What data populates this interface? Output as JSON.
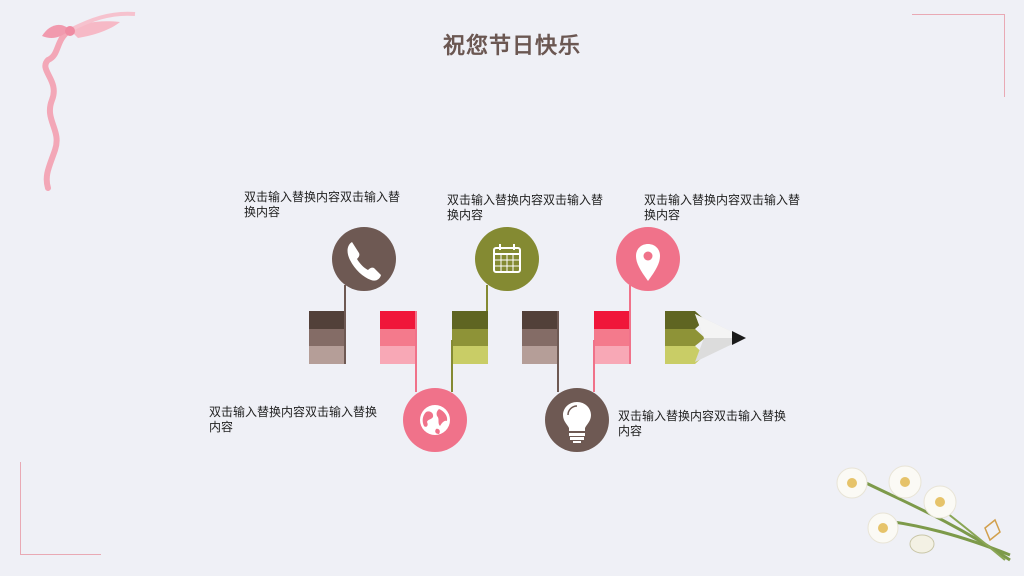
{
  "title": "祝您节日快乐",
  "captions": [
    "双击输入替换内容双击输入替换内容",
    "双击输入替换内容双击输入替换内容",
    "双击输入替换内容双击输入替换内容",
    "双击输入替换内容双击输入替换内容",
    "双击输入替换内容双击输入替换内容"
  ],
  "colors": {
    "brown": "#6e5953",
    "olive": "#848a32",
    "pink": "#f0728a",
    "red": "#f0163a"
  },
  "icons": [
    "phone-icon",
    "calendar-icon",
    "location-pin-icon",
    "globe-icon",
    "lightbulb-icon"
  ]
}
